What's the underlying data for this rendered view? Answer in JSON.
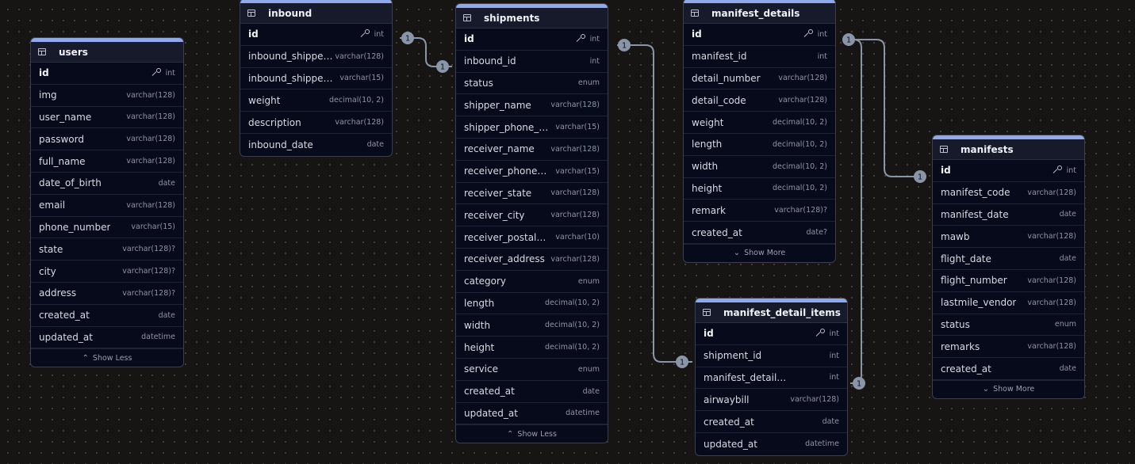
{
  "tables": {
    "users": {
      "title": "users",
      "columns": [
        {
          "name": "id",
          "type": "int",
          "pk": true
        },
        {
          "name": "img",
          "type": "varchar(128)"
        },
        {
          "name": "user_name",
          "type": "varchar(128)"
        },
        {
          "name": "password",
          "type": "varchar(128)"
        },
        {
          "name": "full_name",
          "type": "varchar(128)"
        },
        {
          "name": "date_of_birth",
          "type": "date"
        },
        {
          "name": "email",
          "type": "varchar(128)"
        },
        {
          "name": "phone_number",
          "type": "varchar(15)"
        },
        {
          "name": "state",
          "type": "varchar(128)?"
        },
        {
          "name": "city",
          "type": "varchar(128)?"
        },
        {
          "name": "address",
          "type": "varchar(128)?"
        },
        {
          "name": "created_at",
          "type": "date"
        },
        {
          "name": "updated_at",
          "type": "datetime"
        }
      ],
      "toggle": {
        "label": "Show Less",
        "icon": "chevron-up-icon"
      }
    },
    "inbound": {
      "title": "inbound",
      "columns": [
        {
          "name": "id",
          "type": "int",
          "pk": true
        },
        {
          "name": "inbound_shipper…",
          "type": "varchar(128)"
        },
        {
          "name": "inbound_shipper_…",
          "type": "varchar(15)"
        },
        {
          "name": "weight",
          "type": "decimal(10, 2)"
        },
        {
          "name": "description",
          "type": "varchar(128)"
        },
        {
          "name": "inbound_date",
          "type": "date"
        }
      ]
    },
    "shipments": {
      "title": "shipments",
      "columns": [
        {
          "name": "id",
          "type": "int",
          "pk": true
        },
        {
          "name": "inbound_id",
          "type": "int"
        },
        {
          "name": "status",
          "type": "enum"
        },
        {
          "name": "shipper_name",
          "type": "varchar(128)"
        },
        {
          "name": "shipper_phone_nu…",
          "type": "varchar(15)"
        },
        {
          "name": "receiver_name",
          "type": "varchar(128)"
        },
        {
          "name": "receiver_phone_nu…",
          "type": "varchar(15)"
        },
        {
          "name": "receiver_state",
          "type": "varchar(128)"
        },
        {
          "name": "receiver_city",
          "type": "varchar(128)"
        },
        {
          "name": "receiver_postal_co…",
          "type": "varchar(10)"
        },
        {
          "name": "receiver_address",
          "type": "varchar(128)"
        },
        {
          "name": "category",
          "type": "enum"
        },
        {
          "name": "length",
          "type": "decimal(10, 2)"
        },
        {
          "name": "width",
          "type": "decimal(10, 2)"
        },
        {
          "name": "height",
          "type": "decimal(10, 2)"
        },
        {
          "name": "service",
          "type": "enum"
        },
        {
          "name": "created_at",
          "type": "date"
        },
        {
          "name": "updated_at",
          "type": "datetime"
        }
      ],
      "toggle": {
        "label": "Show Less",
        "icon": "chevron-up-icon"
      }
    },
    "manifest_details": {
      "title": "manifest_details",
      "columns": [
        {
          "name": "id",
          "type": "int",
          "pk": true
        },
        {
          "name": "manifest_id",
          "type": "int"
        },
        {
          "name": "detail_number",
          "type": "varchar(128)"
        },
        {
          "name": "detail_code",
          "type": "varchar(128)"
        },
        {
          "name": "weight",
          "type": "decimal(10, 2)"
        },
        {
          "name": "length",
          "type": "decimal(10, 2)"
        },
        {
          "name": "width",
          "type": "decimal(10, 2)"
        },
        {
          "name": "height",
          "type": "decimal(10, 2)"
        },
        {
          "name": "remark",
          "type": "varchar(128)?"
        },
        {
          "name": "created_at",
          "type": "date?"
        }
      ],
      "toggle": {
        "label": "Show More",
        "icon": "chevron-down-icon"
      }
    },
    "manifest_detail_items": {
      "title": "manifest_detail_items",
      "columns": [
        {
          "name": "id",
          "type": "int",
          "pk": true
        },
        {
          "name": "shipment_id",
          "type": "int"
        },
        {
          "name": "manifest_detail_id",
          "type": "int"
        },
        {
          "name": "airwaybill",
          "type": "varchar(128)"
        },
        {
          "name": "created_at",
          "type": "date"
        },
        {
          "name": "updated_at",
          "type": "datetime"
        }
      ]
    },
    "manifests": {
      "title": "manifests",
      "columns": [
        {
          "name": "id",
          "type": "int",
          "pk": true
        },
        {
          "name": "manifest_code",
          "type": "varchar(128)"
        },
        {
          "name": "manifest_date",
          "type": "date"
        },
        {
          "name": "mawb",
          "type": "varchar(128)"
        },
        {
          "name": "flight_date",
          "type": "date"
        },
        {
          "name": "flight_number",
          "type": "varchar(128)"
        },
        {
          "name": "lastmile_vendor",
          "type": "varchar(128)"
        },
        {
          "name": "status",
          "type": "enum"
        },
        {
          "name": "remarks",
          "type": "varchar(128)"
        },
        {
          "name": "created_at",
          "type": "date"
        }
      ],
      "toggle": {
        "label": "Show More",
        "icon": "chevron-down-icon"
      }
    }
  },
  "relations": [
    {
      "from": "inbound.id",
      "to": "shipments.inbound_id",
      "from_card": "1",
      "to_card": "1"
    },
    {
      "from": "shipments.id",
      "to": "manifest_detail_items.shipment_id",
      "from_card": "1",
      "to_card": "1"
    },
    {
      "from": "manifest_details.id",
      "to": "manifests.id",
      "from_card": "1",
      "to_card": "1"
    },
    {
      "from": "manifest_details.id",
      "to": "manifest_detail_items.manifest_detail_id",
      "from_card": "1",
      "to_card": "1"
    }
  ],
  "colors": {
    "canvas": "#161513",
    "table_bg": "#060a1a",
    "header_bg": "#161a2b",
    "accent": "#91a8ea",
    "edge": "#8b95a8"
  }
}
